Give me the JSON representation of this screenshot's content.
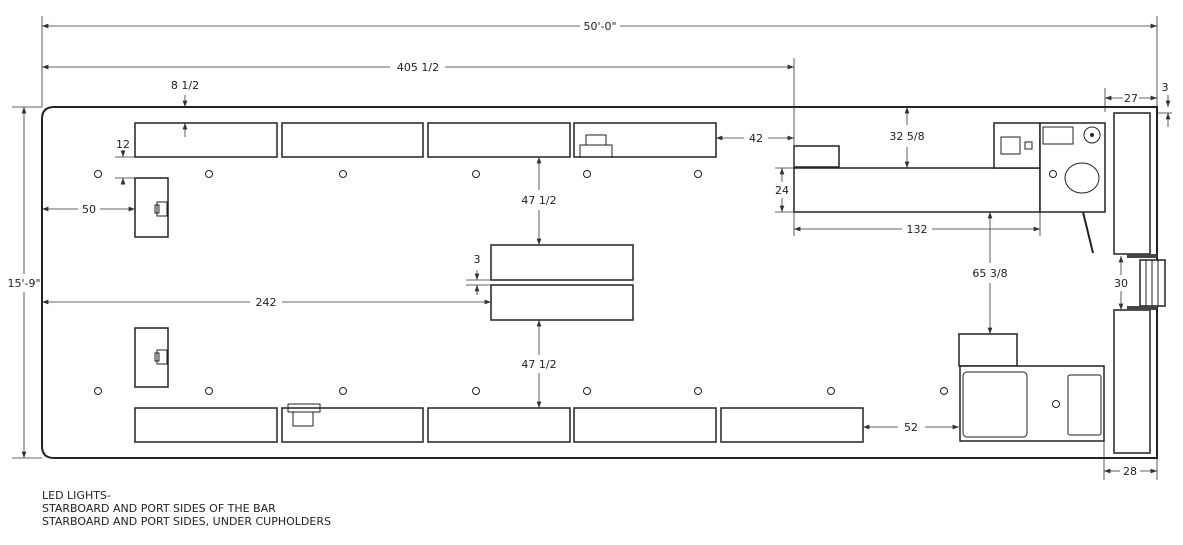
{
  "dimensions": {
    "overall_length": "50'-0\"",
    "bar_offset": "405 1/2",
    "overall_width": "15'-9\"",
    "seat_offset_top": "8 1/2",
    "console_offset": "12",
    "console_from_bow": "50",
    "aisle_top": "47 1/2",
    "aisle_bottom": "47 1/2",
    "table_gap": "3",
    "table_from_bow": "242",
    "bar_gap": "42",
    "bar_to_side": "32 5/8",
    "bar_depth": "24",
    "bar_length": "132",
    "bar_to_galley": "65 3/8",
    "step_width": "27",
    "stern_gap": "3",
    "gate_width": "30",
    "galley_gap": "52",
    "stern_seat": "28"
  },
  "notes": [
    "LED LIGHTS-",
    "STARBOARD AND PORT SIDES OF THE BAR",
    "STARBOARD AND PORT SIDES, UNDER CUPHOLDERS"
  ]
}
